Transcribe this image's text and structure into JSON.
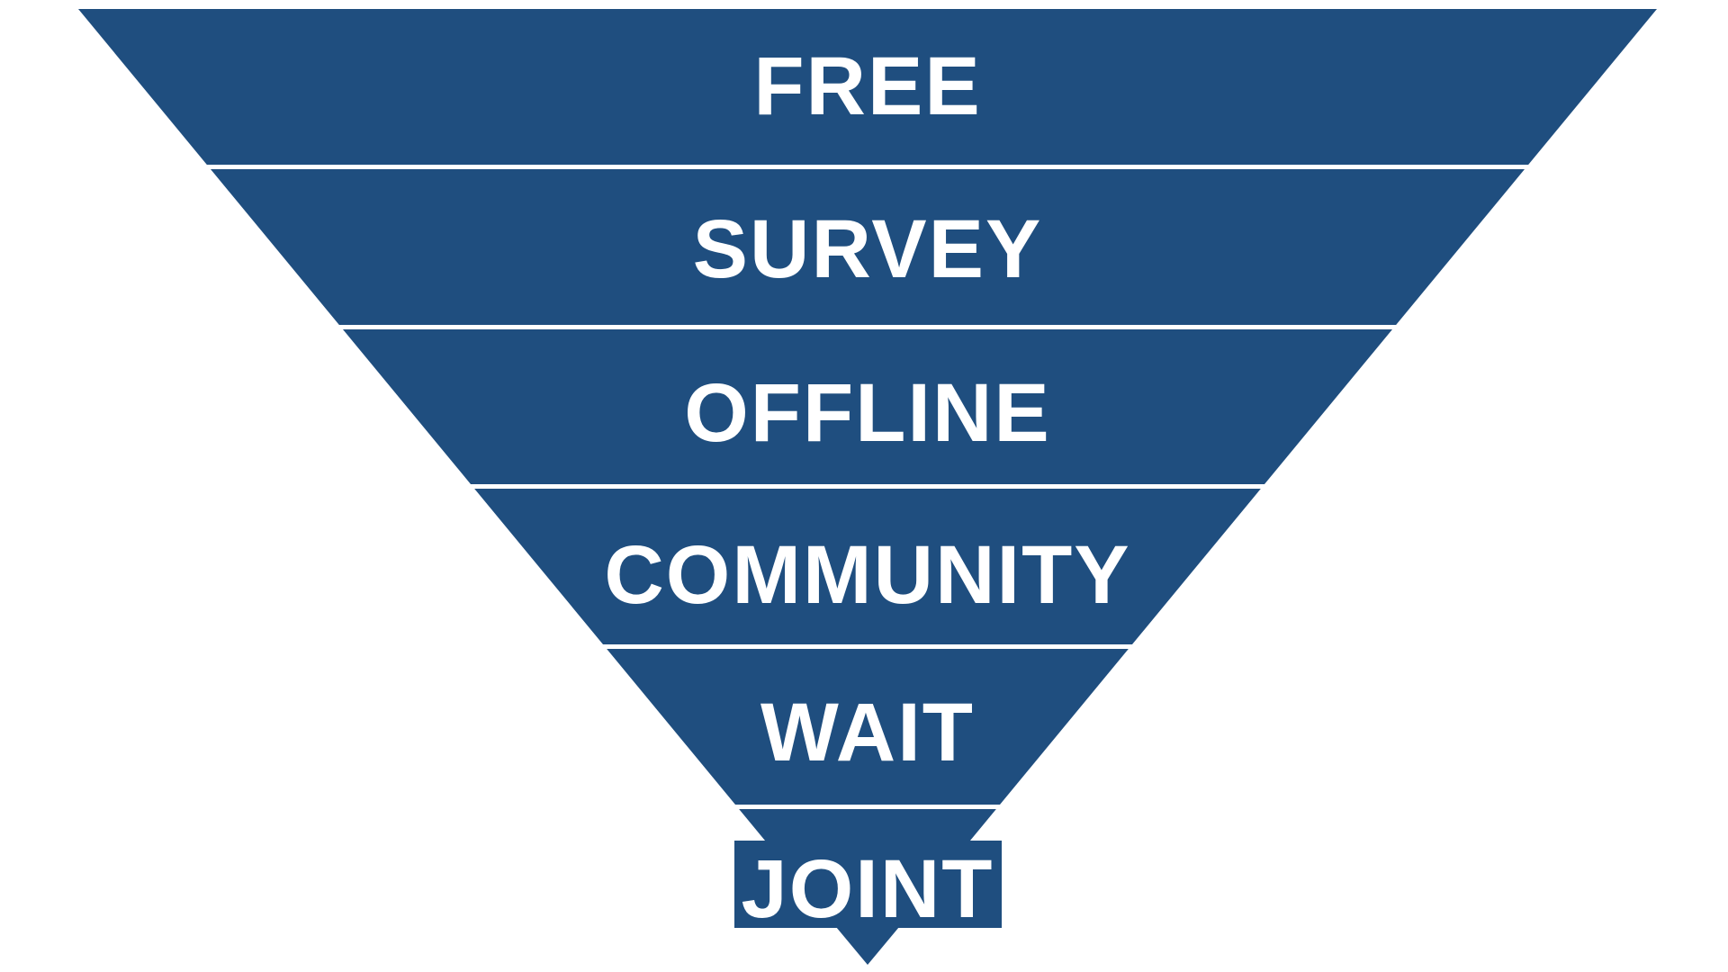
{
  "colors": {
    "fill": "#1f4e7f",
    "text": "#ffffff",
    "background": "#ffffff"
  },
  "funnel": {
    "tiers": [
      {
        "label": "FREE"
      },
      {
        "label": "SURVEY"
      },
      {
        "label": "OFFLINE"
      },
      {
        "label": "COMMUNITY"
      },
      {
        "label": "WAIT"
      },
      {
        "label": "JOINT"
      }
    ]
  }
}
